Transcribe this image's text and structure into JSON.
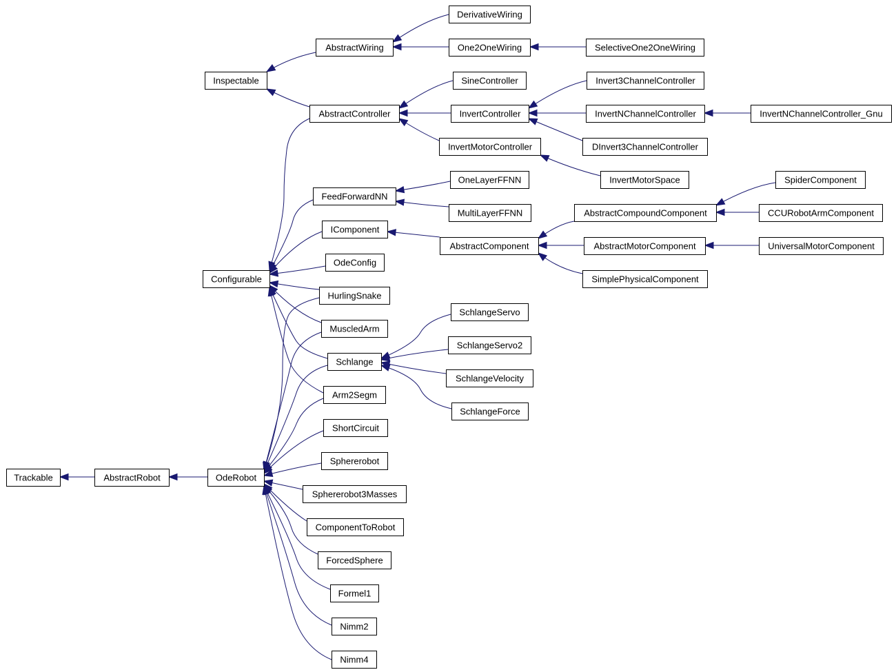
{
  "diagram": {
    "type": "class-inheritance-graph",
    "nodes": [
      {
        "id": "Trackable",
        "label": "Trackable"
      },
      {
        "id": "AbstractRobot",
        "label": "AbstractRobot"
      },
      {
        "id": "OdeRobot",
        "label": "OdeRobot"
      },
      {
        "id": "Inspectable",
        "label": "Inspectable"
      },
      {
        "id": "Configurable",
        "label": "Configurable"
      },
      {
        "id": "AbstractWiring",
        "label": "AbstractWiring"
      },
      {
        "id": "AbstractController",
        "label": "AbstractController"
      },
      {
        "id": "FeedForwardNN",
        "label": "FeedForwardNN"
      },
      {
        "id": "IComponent",
        "label": "IComponent"
      },
      {
        "id": "OdeConfig",
        "label": "OdeConfig"
      },
      {
        "id": "HurlingSnake",
        "label": "HurlingSnake"
      },
      {
        "id": "MuscledArm",
        "label": "MuscledArm"
      },
      {
        "id": "Schlange",
        "label": "Schlange"
      },
      {
        "id": "Arm2Segm",
        "label": "Arm2Segm"
      },
      {
        "id": "ShortCircuit",
        "label": "ShortCircuit"
      },
      {
        "id": "Sphererobot",
        "label": "Sphererobot"
      },
      {
        "id": "Sphererobot3Masses",
        "label": "Sphererobot3Masses"
      },
      {
        "id": "ComponentToRobot",
        "label": "ComponentToRobot"
      },
      {
        "id": "ForcedSphere",
        "label": "ForcedSphere"
      },
      {
        "id": "Formel1",
        "label": "Formel1"
      },
      {
        "id": "Nimm2",
        "label": "Nimm2"
      },
      {
        "id": "Nimm4",
        "label": "Nimm4"
      },
      {
        "id": "DerivativeWiring",
        "label": "DerivativeWiring"
      },
      {
        "id": "One2OneWiring",
        "label": "One2OneWiring"
      },
      {
        "id": "SineController",
        "label": "SineController"
      },
      {
        "id": "InvertController",
        "label": "InvertController"
      },
      {
        "id": "InvertMotorController",
        "label": "InvertMotorController"
      },
      {
        "id": "OneLayerFFNN",
        "label": "OneLayerFFNN"
      },
      {
        "id": "MultiLayerFFNN",
        "label": "MultiLayerFFNN"
      },
      {
        "id": "AbstractComponent",
        "label": "AbstractComponent"
      },
      {
        "id": "SchlangeServo",
        "label": "SchlangeServo"
      },
      {
        "id": "SchlangeServo2",
        "label": "SchlangeServo2"
      },
      {
        "id": "SchlangeVelocity",
        "label": "SchlangeVelocity"
      },
      {
        "id": "SchlangeForce",
        "label": "SchlangeForce"
      },
      {
        "id": "SelectiveOne2OneWiring",
        "label": "SelectiveOne2OneWiring"
      },
      {
        "id": "Invert3ChannelController",
        "label": "Invert3ChannelController"
      },
      {
        "id": "InvertNChannelController",
        "label": "InvertNChannelController"
      },
      {
        "id": "DInvert3ChannelController",
        "label": "DInvert3ChannelController"
      },
      {
        "id": "InvertMotorSpace",
        "label": "InvertMotorSpace"
      },
      {
        "id": "AbstractCompoundComponent",
        "label": "AbstractCompoundComponent"
      },
      {
        "id": "AbstractMotorComponent",
        "label": "AbstractMotorComponent"
      },
      {
        "id": "SimplePhysicalComponent",
        "label": "SimplePhysicalComponent"
      },
      {
        "id": "InvertNChannelController_Gnu",
        "label": "InvertNChannelController_Gnu"
      },
      {
        "id": "SpiderComponent",
        "label": "SpiderComponent"
      },
      {
        "id": "CCURobotArmComponent",
        "label": "CCURobotArmComponent"
      },
      {
        "id": "UniversalMotorComponent",
        "label": "UniversalMotorComponent"
      }
    ],
    "edges": [
      {
        "from": "AbstractRobot",
        "to": "Trackable"
      },
      {
        "from": "OdeRobot",
        "to": "AbstractRobot"
      },
      {
        "from": "AbstractWiring",
        "to": "Inspectable"
      },
      {
        "from": "AbstractController",
        "to": "Inspectable"
      },
      {
        "from": "DerivativeWiring",
        "to": "AbstractWiring"
      },
      {
        "from": "One2OneWiring",
        "to": "AbstractWiring"
      },
      {
        "from": "SelectiveOne2OneWiring",
        "to": "One2OneWiring"
      },
      {
        "from": "SineController",
        "to": "AbstractController"
      },
      {
        "from": "InvertController",
        "to": "AbstractController"
      },
      {
        "from": "InvertMotorController",
        "to": "AbstractController"
      },
      {
        "from": "Invert3ChannelController",
        "to": "InvertController"
      },
      {
        "from": "InvertNChannelController",
        "to": "InvertController"
      },
      {
        "from": "DInvert3ChannelController",
        "to": "InvertController"
      },
      {
        "from": "InvertNChannelController_Gnu",
        "to": "InvertNChannelController"
      },
      {
        "from": "InvertMotorSpace",
        "to": "InvertMotorController"
      },
      {
        "from": "AbstractController",
        "to": "Configurable"
      },
      {
        "from": "FeedForwardNN",
        "to": "Configurable"
      },
      {
        "from": "IComponent",
        "to": "Configurable"
      },
      {
        "from": "OdeConfig",
        "to": "Configurable"
      },
      {
        "from": "HurlingSnake",
        "to": "Configurable"
      },
      {
        "from": "MuscledArm",
        "to": "Configurable"
      },
      {
        "from": "Schlange",
        "to": "Configurable"
      },
      {
        "from": "Arm2Segm",
        "to": "Configurable"
      },
      {
        "from": "OneLayerFFNN",
        "to": "FeedForwardNN"
      },
      {
        "from": "MultiLayerFFNN",
        "to": "FeedForwardNN"
      },
      {
        "from": "AbstractComponent",
        "to": "IComponent"
      },
      {
        "from": "AbstractCompoundComponent",
        "to": "AbstractComponent"
      },
      {
        "from": "AbstractMotorComponent",
        "to": "AbstractComponent"
      },
      {
        "from": "SimplePhysicalComponent",
        "to": "AbstractComponent"
      },
      {
        "from": "SpiderComponent",
        "to": "AbstractCompoundComponent"
      },
      {
        "from": "CCURobotArmComponent",
        "to": "AbstractCompoundComponent"
      },
      {
        "from": "UniversalMotorComponent",
        "to": "AbstractMotorComponent"
      },
      {
        "from": "SchlangeServo",
        "to": "Schlange"
      },
      {
        "from": "SchlangeServo2",
        "to": "Schlange"
      },
      {
        "from": "SchlangeVelocity",
        "to": "Schlange"
      },
      {
        "from": "SchlangeForce",
        "to": "Schlange"
      },
      {
        "from": "HurlingSnake",
        "to": "OdeRobot"
      },
      {
        "from": "MuscledArm",
        "to": "OdeRobot"
      },
      {
        "from": "Schlange",
        "to": "OdeRobot"
      },
      {
        "from": "Arm2Segm",
        "to": "OdeRobot"
      },
      {
        "from": "ShortCircuit",
        "to": "OdeRobot"
      },
      {
        "from": "Sphererobot",
        "to": "OdeRobot"
      },
      {
        "from": "Sphererobot3Masses",
        "to": "OdeRobot"
      },
      {
        "from": "ComponentToRobot",
        "to": "OdeRobot"
      },
      {
        "from": "ForcedSphere",
        "to": "OdeRobot"
      },
      {
        "from": "Formel1",
        "to": "OdeRobot"
      },
      {
        "from": "Nimm2",
        "to": "OdeRobot"
      },
      {
        "from": "Nimm4",
        "to": "OdeRobot"
      }
    ],
    "colors": {
      "edge": "#191970",
      "box_border": "#000000",
      "box_fill": "#ffffff",
      "text": "#000000",
      "background": "#ffffff"
    }
  }
}
